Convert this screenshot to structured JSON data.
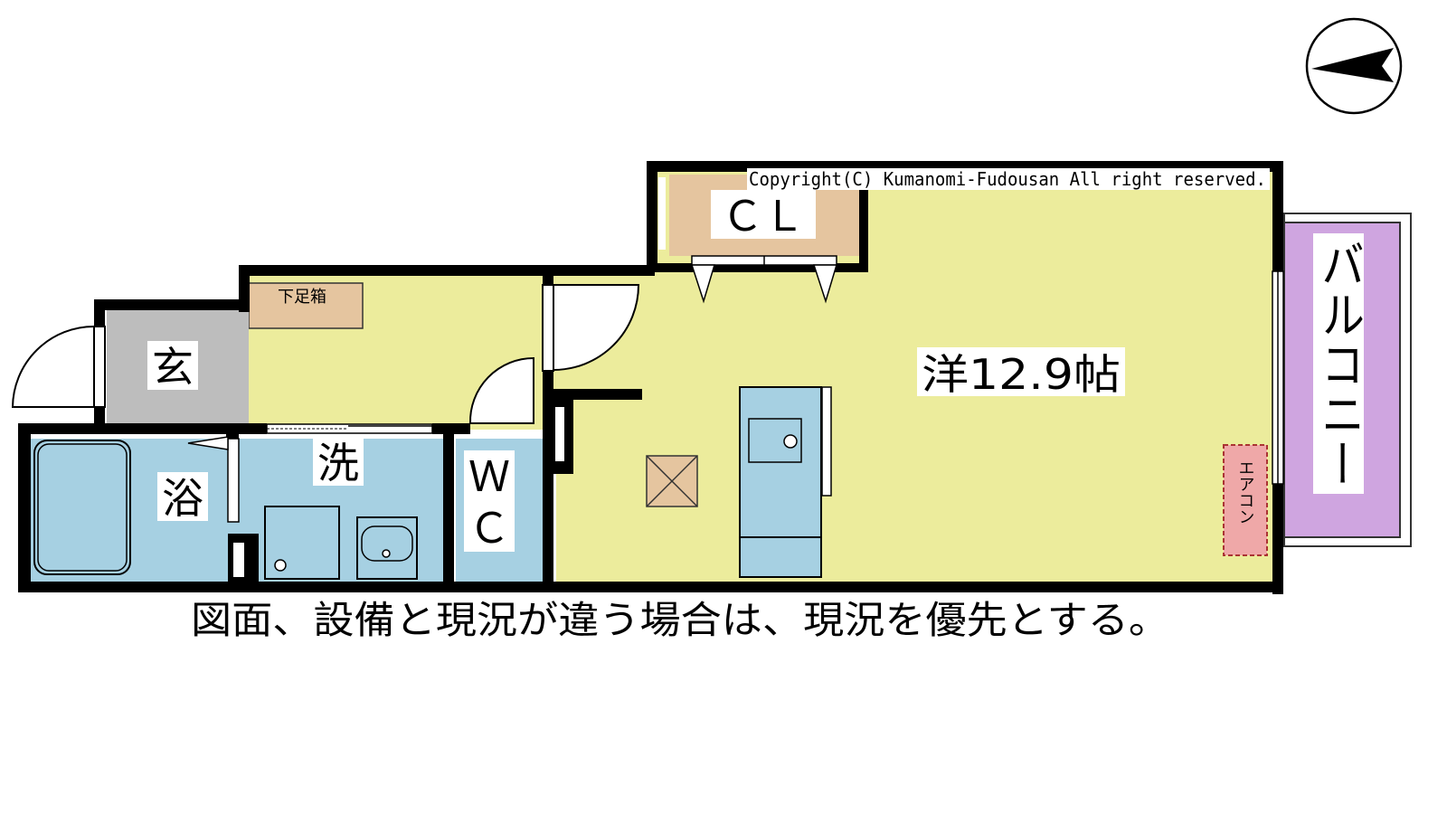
{
  "copyright": "Copyright(C) Kumanomi-Fudousan All right reserved.",
  "rooms": {
    "closet": "ＣＬ",
    "shoe_box": "下足箱",
    "entrance": "玄",
    "bath": "浴",
    "washroom": "洗",
    "toilet_line1": "Ｗ",
    "toilet_line2": "Ｃ",
    "western_room": "洋12.9帖",
    "aircon": "エアコン",
    "balcony": "バルコニー"
  },
  "footer_note": "図面、設備と現況が違う場合は、現況を優先とする。",
  "colors": {
    "room_yellow": "#ecec9c",
    "wet_blue": "#a6d0e2",
    "entrance_gray": "#bdbdbd",
    "storage_tan": "#e5c59f",
    "balcony_purple": "#cfa5e0",
    "aircon_pink": "#efa8a8",
    "wall": "#000000"
  },
  "icons": [
    "compass-icon",
    "bathtub-icon",
    "washing-machine-icon",
    "wash-basin-icon",
    "kitchen-sink-icon",
    "ventilation-box-icon",
    "door-swing-icon"
  ]
}
